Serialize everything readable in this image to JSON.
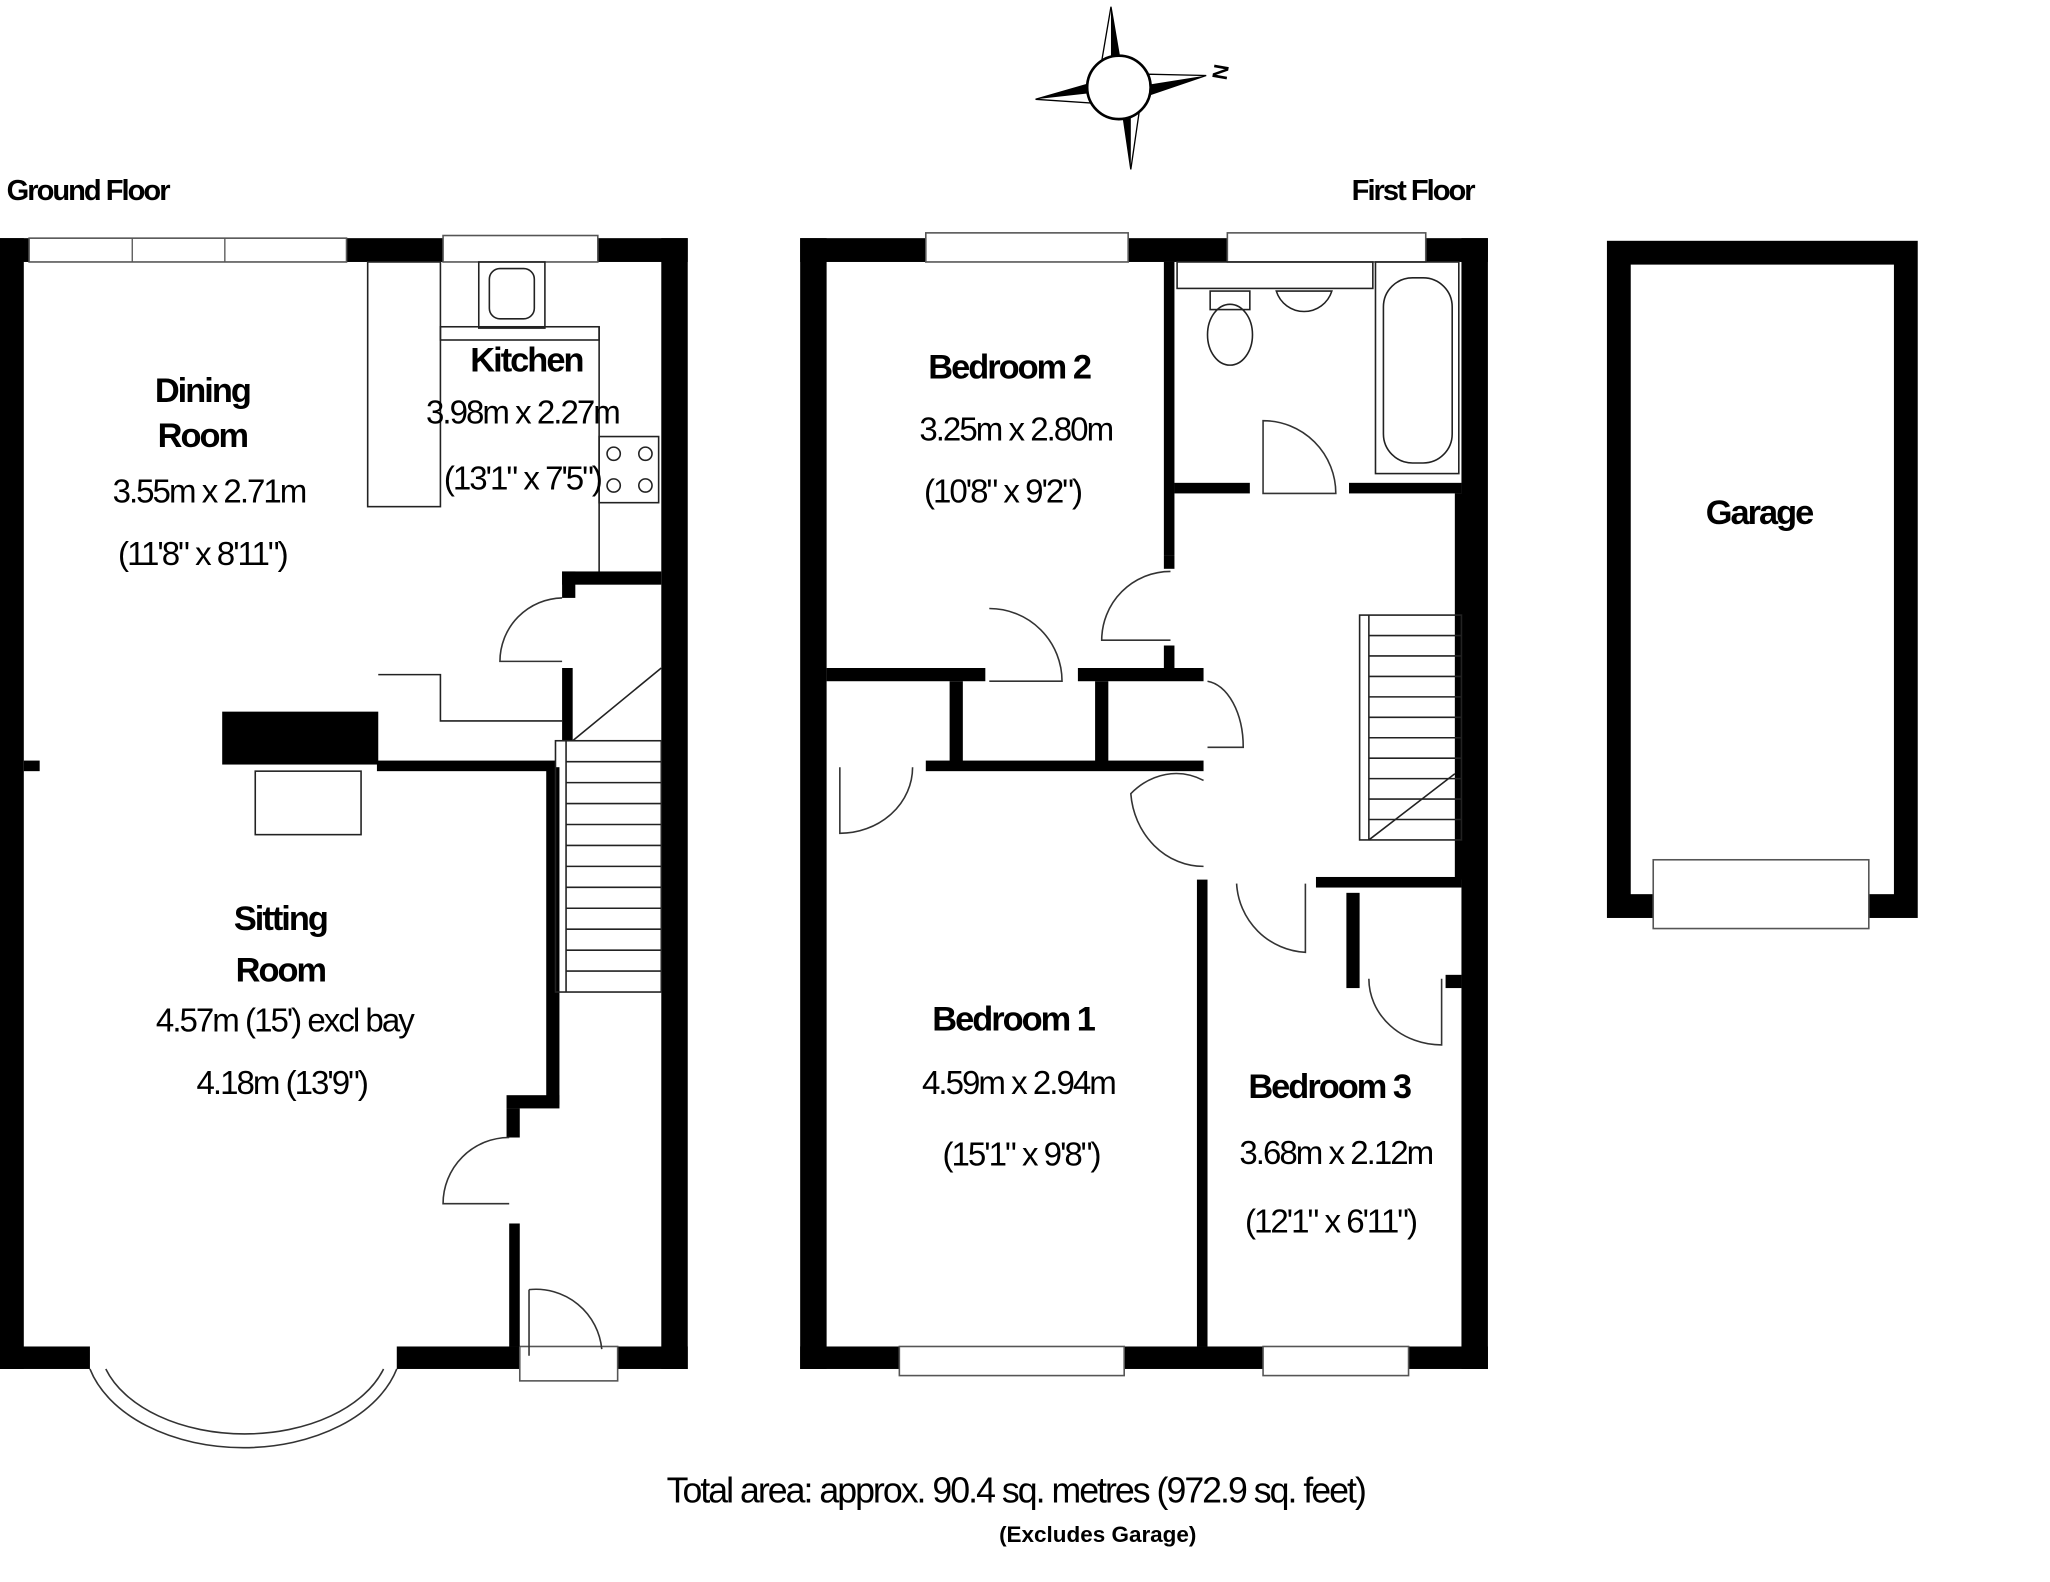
{
  "floors": {
    "ground": {
      "title": "Ground Floor",
      "rooms": [
        {
          "name_line1": "Dining",
          "name_line2": "Room",
          "metric": "3.55m x 2.71m",
          "imperial": "(11'8\" x 8'11\")"
        },
        {
          "name": "Kitchen",
          "metric": "3.98m x 2.27m",
          "imperial": "(13'1\" x 7'5\")"
        },
        {
          "name_line1": "Sitting",
          "name_line2": "Room",
          "metric": "4.57m (15') excl bay",
          "imperial": "4.18m (13'9\")"
        }
      ]
    },
    "first": {
      "title": "First Floor",
      "rooms": [
        {
          "name": "Bedroom 2",
          "metric": "3.25m x 2.80m",
          "imperial": "(10'8\" x 9'2\")"
        },
        {
          "name": "Bedroom 1",
          "metric": "4.59m x 2.94m",
          "imperial": "(15'1\" x 9'8\")"
        },
        {
          "name": "Bedroom 3",
          "metric": "3.68m x 2.12m",
          "imperial": "(12'1\" x 6'11\")"
        }
      ]
    },
    "garage": {
      "name": "Garage"
    }
  },
  "compass": {
    "north_label": "N"
  },
  "footer": {
    "total_area": "Total area: approx.  90.4 sq. metres (972.9 sq. feet)",
    "note": "(Excludes Garage)"
  }
}
